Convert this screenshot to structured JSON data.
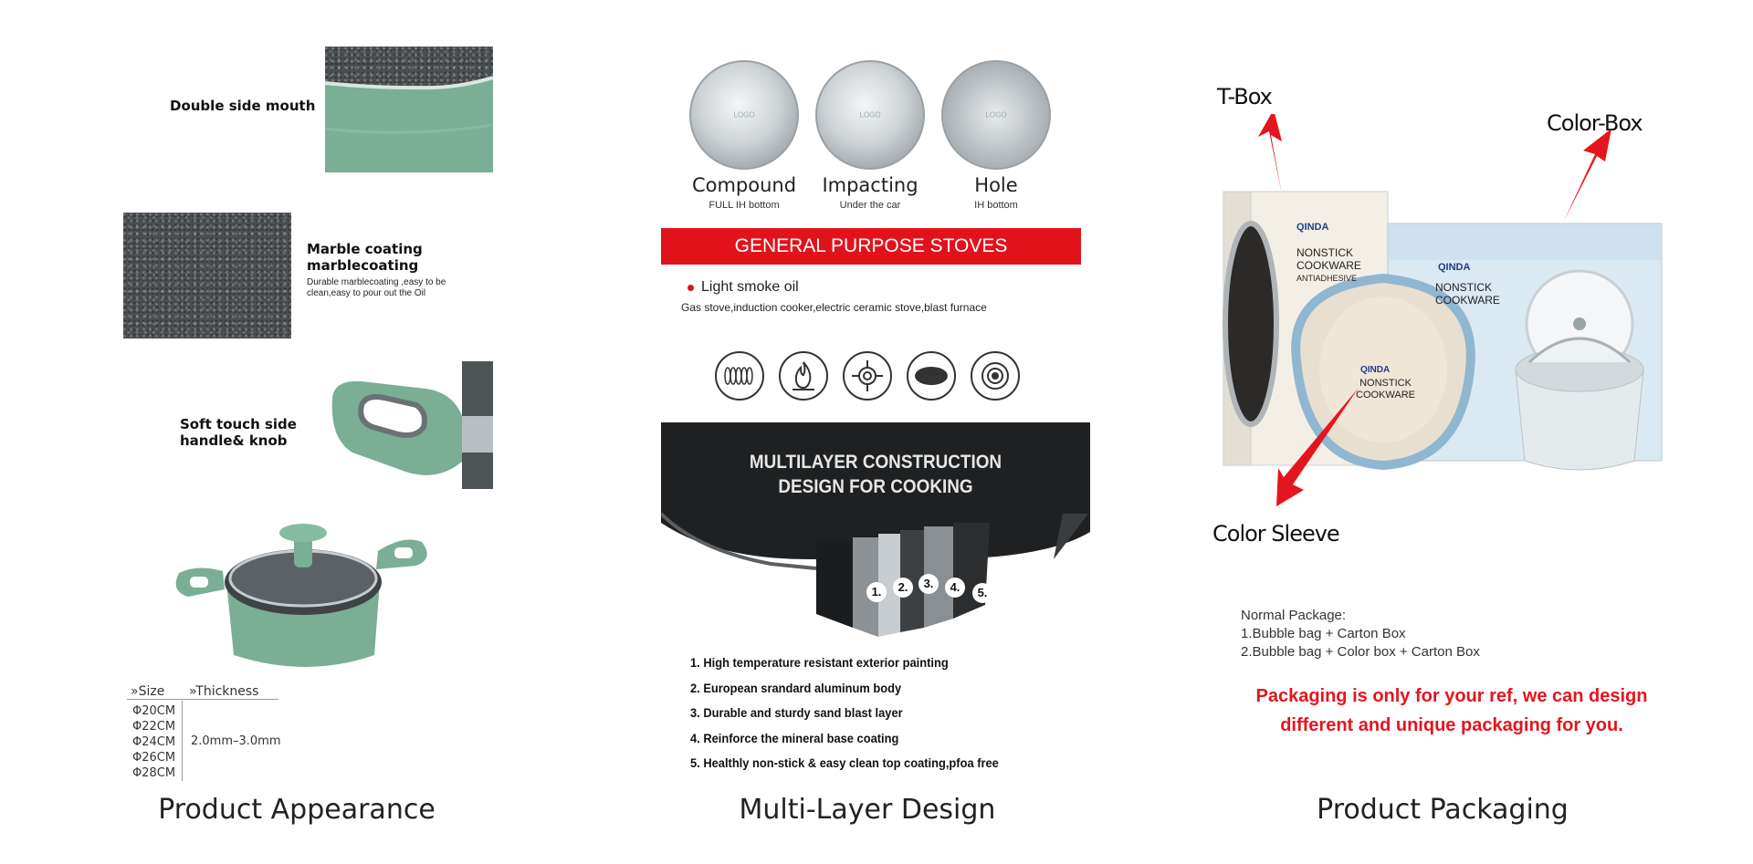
{
  "appearance": {
    "double_side_mouth": "Double side mouth",
    "marble_title_1": "Marble coating",
    "marble_title_2": "marblecoating",
    "marble_desc": "Durable marblecoating ,easy to be clean,easy to pour out the Oil",
    "handle_line_1": "Soft touch side",
    "handle_line_2": "handle& knob",
    "size_header": "»Size",
    "thickness_header": "»Thickness",
    "sizes": [
      "Φ20CM",
      "Φ22CM",
      "Φ24CM",
      "Φ26CM",
      "Φ28CM"
    ],
    "thickness": "2.0mm–3.0mm",
    "caption": "Product Appearance"
  },
  "multilayer": {
    "discs": [
      {
        "title": "Compound",
        "sub": "FULL IH bottom",
        "logo": "LOGO"
      },
      {
        "title": "Impacting",
        "sub": "Under the car",
        "logo": "LOGO"
      },
      {
        "title": "Hole",
        "sub": "IH bottom",
        "logo": "LOGO"
      }
    ],
    "banner": "GENERAL PURPOSE STOVES",
    "smoke": "Light smoke oil",
    "stoves": "Gas stove,induction cooker,electric ceramic stove,blast furnace",
    "stove_icons": [
      "coil-stove-icon",
      "gas-flame-icon",
      "gas-burner-icon",
      "ceramic-plate-icon",
      "induction-icon"
    ],
    "pan_title_1": "MULTILAYER CONSTRUCTION",
    "pan_title_2": "DESIGN FOR COOKING",
    "layer_numbers": [
      "1.",
      "2.",
      "3.",
      "4.",
      "5."
    ],
    "layers": [
      "1. High temperature resistant exterior painting",
      "2. European srandard aluminum body",
      "3. Durable and sturdy sand blast layer",
      "4. Reinforce the mineral base coating",
      "5. Healthly non-stick & easy clean top coating,pfoa free"
    ],
    "caption": "Multi-Layer Design"
  },
  "packaging": {
    "t_box": "T-Box",
    "color_box": "Color-Box",
    "color_sleeve": "Color Sleeve",
    "brand": "QINDA",
    "box_line_1": "NONSTICK",
    "box_line_2": "COOKWARE",
    "box_line_3": "ANTIADHESIVE",
    "sleeve_line_1": "NONSTICK",
    "sleeve_line_2": "COOKWARE",
    "normal_package": "Normal Package:",
    "pkg_1": "1.Bubble bag + Carton Box",
    "pkg_2": "2.Bubble bag + Color box + Carton Box",
    "red_1": "Packaging is only for your ref, we can design",
    "red_2": "different and unique packaging for you.",
    "caption": "Product Packaging"
  },
  "colors": {
    "red": "#e2121b",
    "green": "#7aae95"
  }
}
